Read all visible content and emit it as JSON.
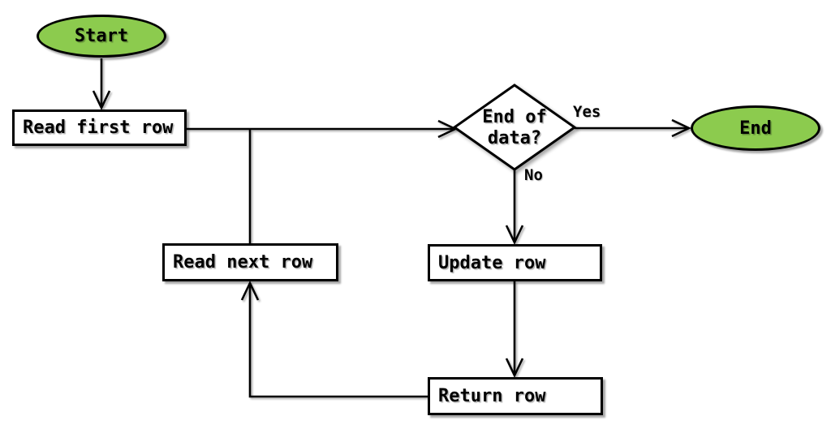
{
  "diagram": {
    "type": "flowchart",
    "background": "#ffffff",
    "colors": {
      "terminal_fill": "#8ccb4e",
      "process_fill": "#ffffff",
      "stroke": "#000000",
      "text": "#000000"
    },
    "nodes": {
      "start": {
        "label": "Start",
        "shape": "ellipse"
      },
      "read_first": {
        "label": "Read first row",
        "shape": "rectangle"
      },
      "end_of_data": {
        "label": "End of data?",
        "shape": "diamond"
      },
      "end": {
        "label": "End",
        "shape": "ellipse"
      },
      "read_next": {
        "label": "Read next row",
        "shape": "rectangle"
      },
      "update": {
        "label": "Update row",
        "shape": "rectangle"
      },
      "return": {
        "label": "Return row",
        "shape": "rectangle"
      }
    },
    "edge_labels": {
      "yes": "Yes",
      "no": "No"
    },
    "edges": [
      {
        "from": "Start",
        "to": "Read first row",
        "label": ""
      },
      {
        "from": "Read first row",
        "to": "End of data?",
        "label": ""
      },
      {
        "from": "End of data?",
        "to": "End",
        "label": "Yes"
      },
      {
        "from": "End of data?",
        "to": "Update row",
        "label": "No"
      },
      {
        "from": "Update row",
        "to": "Return row",
        "label": ""
      },
      {
        "from": "Return row",
        "to": "Read next row",
        "label": ""
      },
      {
        "from": "Read next row",
        "to": "End of data?",
        "label": ""
      }
    ]
  }
}
